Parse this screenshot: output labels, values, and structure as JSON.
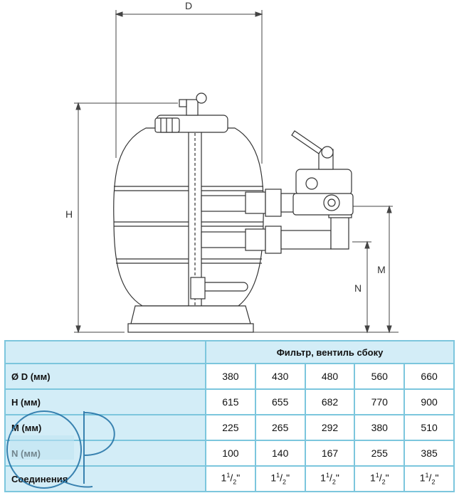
{
  "drawing": {
    "dim_labels": {
      "d": "D",
      "h": "H",
      "m": "M",
      "n": "N"
    }
  },
  "table": {
    "header": "Фильтр, вентиль сбоку",
    "rows": [
      {
        "label": "Ø D (мм)",
        "values": [
          "380",
          "430",
          "480",
          "560",
          "660"
        ]
      },
      {
        "label": "H (мм)",
        "values": [
          "615",
          "655",
          "682",
          "770",
          "900"
        ]
      },
      {
        "label": "M (мм)",
        "values": [
          "225",
          "265",
          "292",
          "380",
          "510"
        ]
      },
      {
        "label": "N (мм)",
        "values": [
          "100",
          "140",
          "167",
          "255",
          "385"
        ]
      }
    ],
    "connections": {
      "label": "Соединения",
      "values": [
        {
          "whole": "1",
          "num": "1",
          "den": "2",
          "suffix": "\""
        },
        {
          "whole": "1",
          "num": "1",
          "den": "2",
          "suffix": "\""
        },
        {
          "whole": "1",
          "num": "1",
          "den": "2",
          "suffix": "\""
        },
        {
          "whole": "1",
          "num": "1",
          "den": "2",
          "suffix": "\""
        },
        {
          "whole": "1",
          "num": "1",
          "den": "2",
          "suffix": "\""
        }
      ]
    }
  },
  "logo": {
    "text": "QP"
  },
  "colors": {
    "table_border": "#7cc6dd",
    "table_fill": "#d3edf7",
    "logo": "#1d6fa3"
  }
}
